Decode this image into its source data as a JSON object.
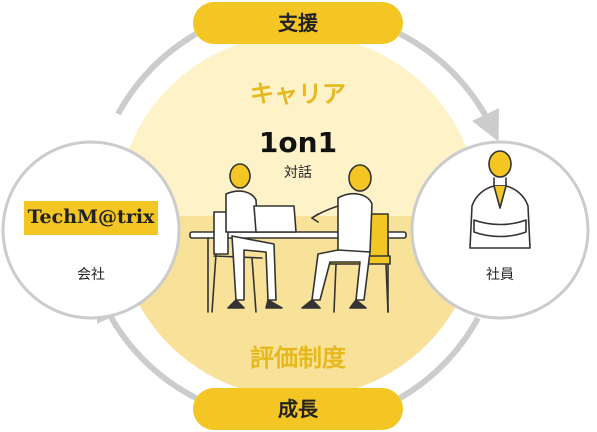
{
  "cycle": {
    "top_label": "支援",
    "bottom_label": "成長",
    "left_node": {
      "logo_text": "TechM@trix",
      "label": "会社"
    },
    "right_node": {
      "label": "社員"
    },
    "center": {
      "upper_label": "キャリア",
      "main_label": "1on1",
      "sub_label": "対話",
      "lower_label": "評価制度"
    }
  },
  "colors": {
    "accent": "#f3c623",
    "gold_text": "#e8b91c",
    "upper_fill": "#fdf2c8",
    "lower_fill": "#f8e29a",
    "ring": "#cccccc"
  }
}
